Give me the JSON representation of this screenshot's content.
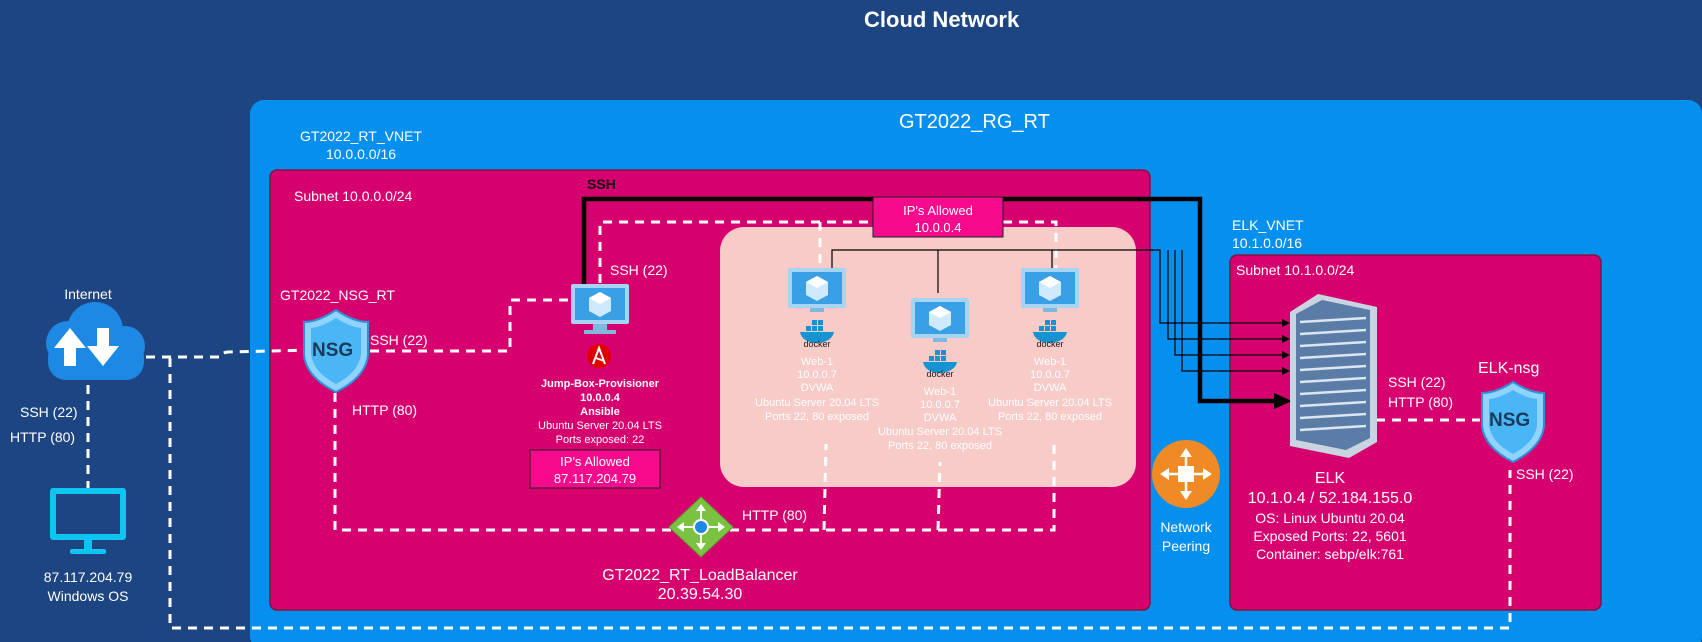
{
  "title": "Cloud Network",
  "resource_group": "GT2022_RG_RT",
  "vnet": {
    "name": "GT2022_RT_VNET",
    "cidr": "10.0.0.0/16"
  },
  "subnet": "Subnet 10.0.0.0/24",
  "ssh_label": "SSH",
  "ips_allowed_top": {
    "title": "IP's Allowed",
    "ip": "10.0.0.4"
  },
  "ips_allowed_jump": {
    "title": "IP's Allowed",
    "ip": "87.117.204.79"
  },
  "internet": {
    "label": "Internet",
    "ssh": "SSH (22)",
    "http": "HTTP (80)",
    "client_ip": "87.117.204.79",
    "client_os": "Windows OS"
  },
  "nsg": {
    "name": "GT2022_NSG_RT",
    "icon_text": "NSG",
    "ssh": "SSH (22)",
    "http": "HTTP (80)"
  },
  "jumpbox": {
    "ssh": "SSH (22)",
    "name": "Jump-Box-Provisioner",
    "ip": "10.0.0.4",
    "software": "Ansible",
    "os": "Ubuntu Server 20.04 LTS",
    "ports": "Ports exposed: 22"
  },
  "docker_label": "docker",
  "webs": [
    {
      "name": "Web-1",
      "ip": "10.0.0.7",
      "app": "DVWA",
      "os": "Ubuntu Server 20.04 LTS",
      "ports": "Ports 22, 80 exposed"
    },
    {
      "name": "Web-1",
      "ip": "10.0.0.7",
      "app": "DVWA",
      "os": "Ubuntu Server 20.04 LTS",
      "ports": "Ports 22, 80 exposed"
    },
    {
      "name": "Web-1",
      "ip": "10.0.0.7",
      "app": "DVWA",
      "os": "Ubuntu Server 20.04 LTS",
      "ports": "Ports 22, 80 exposed"
    }
  ],
  "loadbalancer": {
    "http": "HTTP (80)",
    "name": "GT2022_RT_LoadBalancer",
    "ip": "20.39.54.30"
  },
  "peering": {
    "line1": "Network",
    "line2": "Peering"
  },
  "elk_vnet": {
    "name": "ELK_VNET",
    "cidr": "10.1.0.0/16"
  },
  "elk_subnet": "Subnet 10.1.0.0/24",
  "elk": {
    "name": "ELK",
    "ip": "10.1.0.4 / 52.184.155.0",
    "os": "OS: Linux Ubuntu 20.04",
    "ports": "Exposed Ports: 22, 5601",
    "container": "Container: sebp/elk:761",
    "ssh": "SSH (22)",
    "http": "HTTP (80)"
  },
  "elk_nsg": {
    "name": "ELK-nsg",
    "icon_text": "NSG",
    "ssh": "SSH (22)"
  },
  "colors": {
    "background": "#1d4582",
    "resource_group": "#0590ef",
    "subnet": "#d6006f",
    "web_area": "#f7cbc8",
    "allowed_box": "#f70a8b",
    "white": "#ffffff",
    "dark": "#111111"
  }
}
